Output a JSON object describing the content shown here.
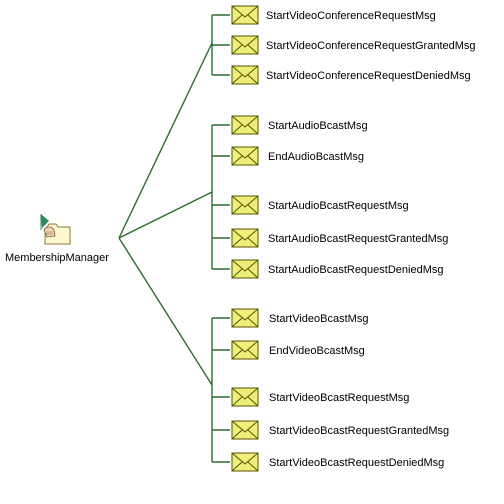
{
  "colors": {
    "connector": "#2e6b2e",
    "envelope_fill": "#eeee7a",
    "envelope_stroke": "#555500",
    "folder_fill": "#fff8cf",
    "folder_stroke": "#8a7a3a",
    "flag": "#2d8a5a"
  },
  "root": {
    "label": "MembershipManager",
    "icon": "folder-with-hand-and-flag-icon"
  },
  "groups": [
    {
      "messages": [
        {
          "label": "StartVideoConferenceRequestMsg",
          "icon": "envelope-icon"
        },
        {
          "label": "StartVideoConferenceRequestGrantedMsg",
          "icon": "envelope-icon"
        },
        {
          "label": "StartVideoConferenceRequestDeniedMsg",
          "icon": "envelope-icon"
        }
      ]
    },
    {
      "messages": [
        {
          "label": "StartAudioBcastMsg",
          "icon": "envelope-icon"
        },
        {
          "label": "EndAudioBcastMsg",
          "icon": "envelope-icon"
        },
        {
          "label": "StartAudioBcastRequestMsg",
          "icon": "envelope-icon"
        },
        {
          "label": "StartAudioBcastRequestGrantedMsg",
          "icon": "envelope-icon"
        },
        {
          "label": "StartAudioBcastRequestDeniedMsg",
          "icon": "envelope-icon"
        }
      ]
    },
    {
      "messages": [
        {
          "label": "StartVideoBcastMsg",
          "icon": "envelope-icon"
        },
        {
          "label": "EndVideoBcastMsg",
          "icon": "envelope-icon"
        },
        {
          "label": "StartVideoBcastRequestMsg",
          "icon": "envelope-icon"
        },
        {
          "label": "StartVideoBcastRequestGrantedMsg",
          "icon": "envelope-icon"
        },
        {
          "label": "StartVideoBcastRequestDeniedMsg",
          "icon": "envelope-icon"
        }
      ]
    }
  ]
}
